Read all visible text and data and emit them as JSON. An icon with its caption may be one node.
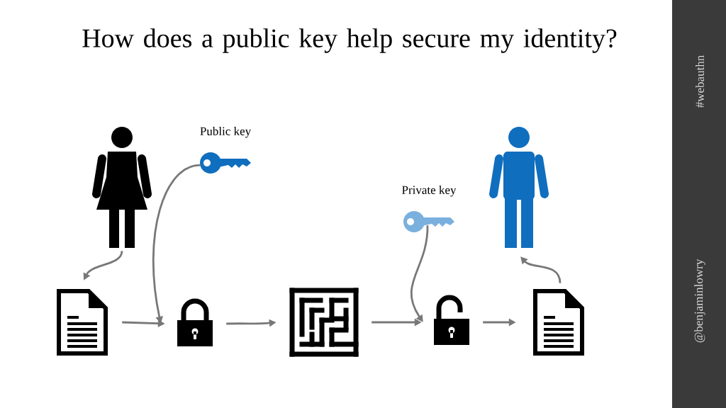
{
  "diagram": {
    "title": "How does a public key help secure my identity?",
    "nodes": [
      {
        "text": [],
        "shape": "person"
      },
      {
        "text": [
          "Public key"
        ]
      },
      {
        "text": [
          "Private key"
        ]
      },
      {
        "text": [],
        "shape": "person"
      },
      {
        "text": [],
        "shape": "document"
      },
      {
        "text": [],
        "shape": "lock"
      },
      {
        "text": [],
        "shape": "maze"
      },
      {
        "text": [],
        "shape": "lock"
      },
      {
        "text": [],
        "shape": "document"
      }
    ],
    "edges": [
      {
        "from": 0,
        "to": 4,
        "arrow": "to"
      },
      {
        "from": 1,
        "to": 5,
        "arrow": "to"
      },
      {
        "from": 4,
        "to": 5,
        "arrow": "to"
      },
      {
        "from": 5,
        "to": 6,
        "arrow": "to"
      },
      {
        "from": 6,
        "to": 7,
        "arrow": "to"
      },
      {
        "from": 2,
        "to": 7,
        "arrow": "to"
      },
      {
        "from": 7,
        "to": 8,
        "arrow": "to"
      },
      {
        "from": 8,
        "to": 3,
        "arrow": "to"
      }
    ],
    "labels": [
      "#webauthn",
      "@benjaminlowry"
    ]
  }
}
